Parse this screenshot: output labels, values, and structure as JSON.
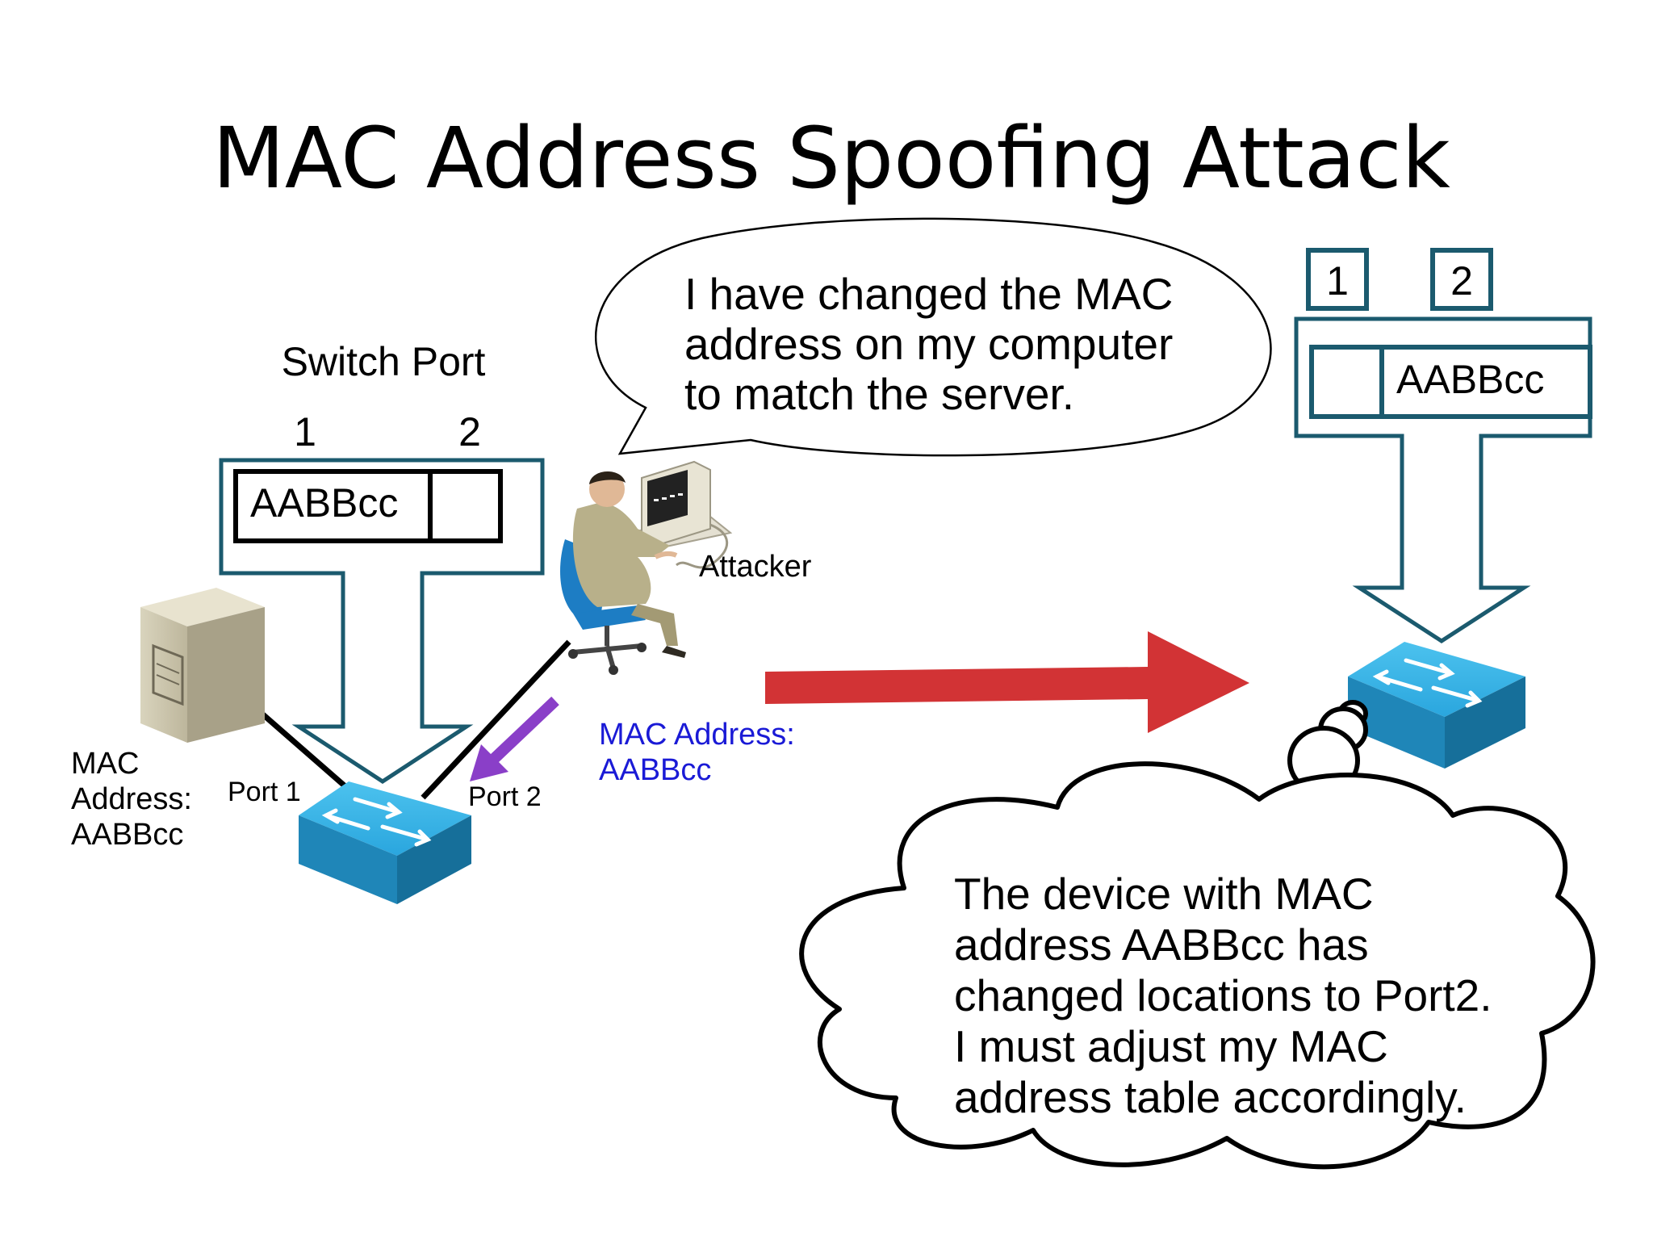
{
  "slide": {
    "title": "MAC Address Spoofing Attack"
  },
  "left_table": {
    "heading": "Switch Port",
    "port_1": "1",
    "port_2": "2",
    "entry": "AABBcc"
  },
  "right_table": {
    "port_1": "1",
    "port_2": "2",
    "entry": "AABBcc"
  },
  "server": {
    "label_lines": [
      "MAC",
      "Address:",
      "AABBcc"
    ]
  },
  "ports": {
    "port_1": "Port 1",
    "port_2": "Port 2"
  },
  "attacker": {
    "label": "Attacker",
    "mac_lines": [
      "MAC Address:",
      "AABBcc"
    ]
  },
  "speech_bubble": {
    "lines": [
      "I have changed the MAC",
      "address on my computer",
      "to match the server."
    ]
  },
  "thought_cloud": {
    "lines": [
      "The device with MAC",
      "address AABBcc has",
      "changed locations to Port2.",
      "I must adjust my MAC",
      "address table accordingly."
    ]
  },
  "colors": {
    "table_outline": "#1b5a6e",
    "switch_blue": "#27a3dc",
    "attack_arrow": "#d23335",
    "purple_arrow": "#8a3fc8",
    "mac_text": "#1a1ad6"
  },
  "icons": {
    "server": "server-tower-icon",
    "switch": "network-switch-icon",
    "attacker": "person-at-computer-icon"
  }
}
